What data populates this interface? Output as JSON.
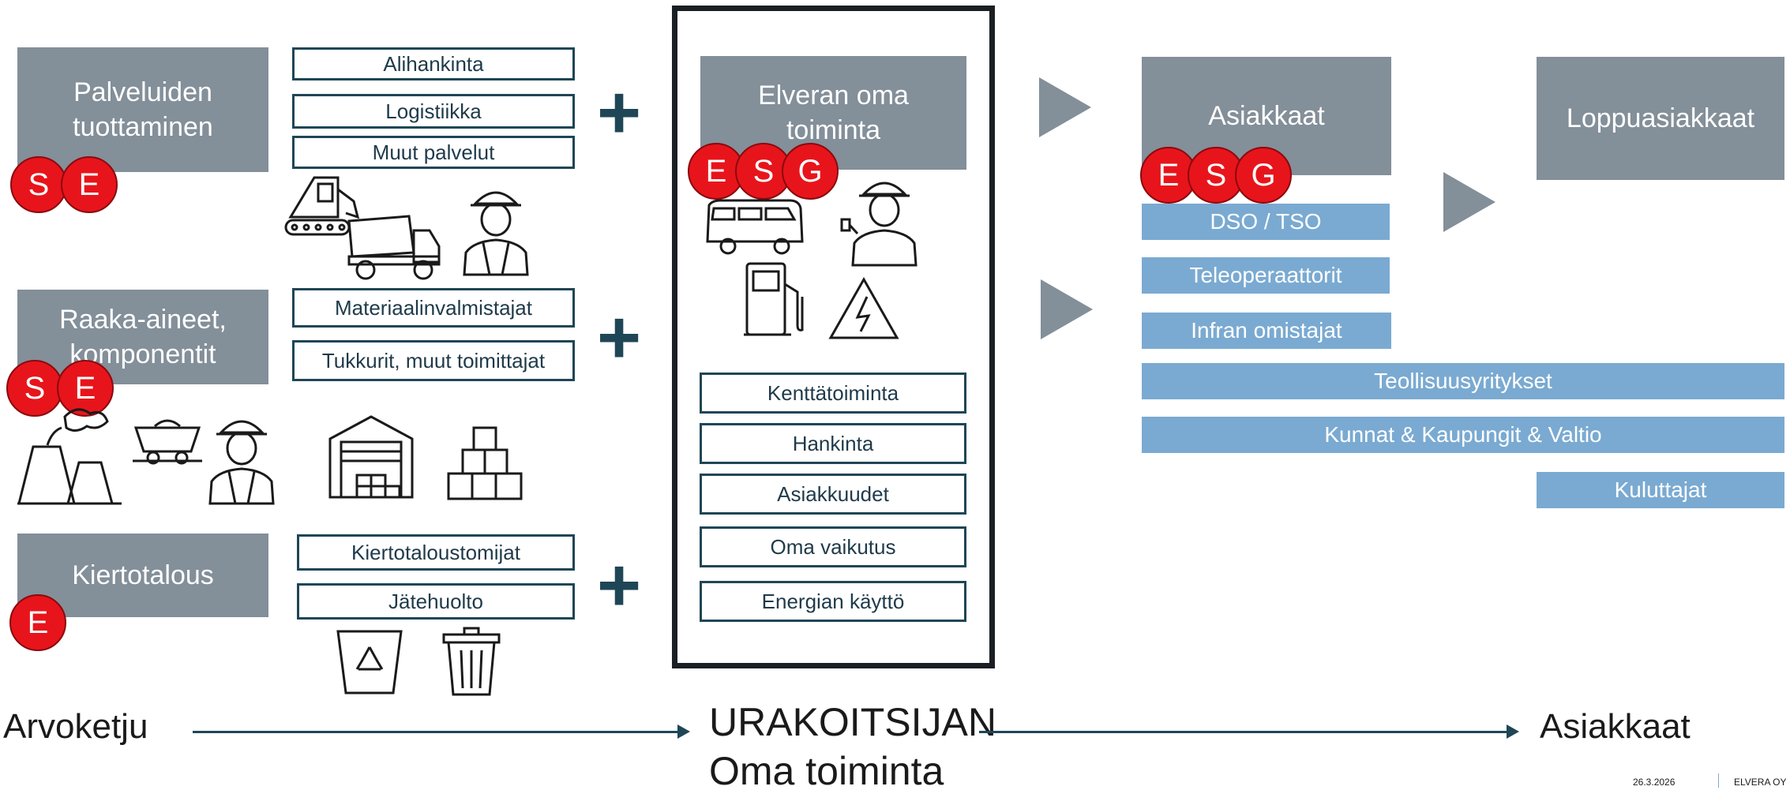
{
  "left": {
    "palvelut": {
      "title": "Palveluiden tuottaminen",
      "items": [
        "Alihankinta",
        "Logistiikka",
        "Muut palvelut"
      ],
      "badges": [
        "S",
        "E"
      ]
    },
    "raaka": {
      "title": "Raaka-aineet, komponentit",
      "items": [
        "Materiaalinvalmistajat",
        "Tukkurit, muut toimittajat"
      ],
      "badges": [
        "S",
        "E"
      ]
    },
    "kierto": {
      "title": "Kiertotalous",
      "items": [
        "Kiertotalousto­mijat",
        "Jätehuolto"
      ],
      "badges": [
        "E"
      ]
    }
  },
  "center": {
    "title": "Elveran oma toiminta",
    "badges": [
      "E",
      "S",
      "G"
    ],
    "items": [
      "Kenttätoiminta",
      "Hankinta",
      "Asiakkuudet",
      "Oma vaikutus",
      "Energian käyttö"
    ]
  },
  "right": {
    "asiakkaat": "Asiakkaat",
    "loppu": "Loppuasiakkaat",
    "badges": [
      "E",
      "S",
      "G"
    ],
    "segments": [
      "DSO / TSO",
      "Teleoperaattorit",
      "Infran omistajat",
      "Teollisuusyritykset",
      "Kunnat & Kaupungit & Valtio",
      "Kuluttajat"
    ]
  },
  "bottom": {
    "left": "Arvoketju",
    "center_line1": "URAKOITSIJAN",
    "center_line2": "Oma toiminta",
    "right": "Asiakkaat"
  },
  "footer": {
    "date": "26.3.2026",
    "company": "ELVERA OY"
  },
  "colors": {
    "grey": "#838f99",
    "blue": "#7aaad1",
    "red": "#e8141b",
    "navy": "#1f4656"
  }
}
